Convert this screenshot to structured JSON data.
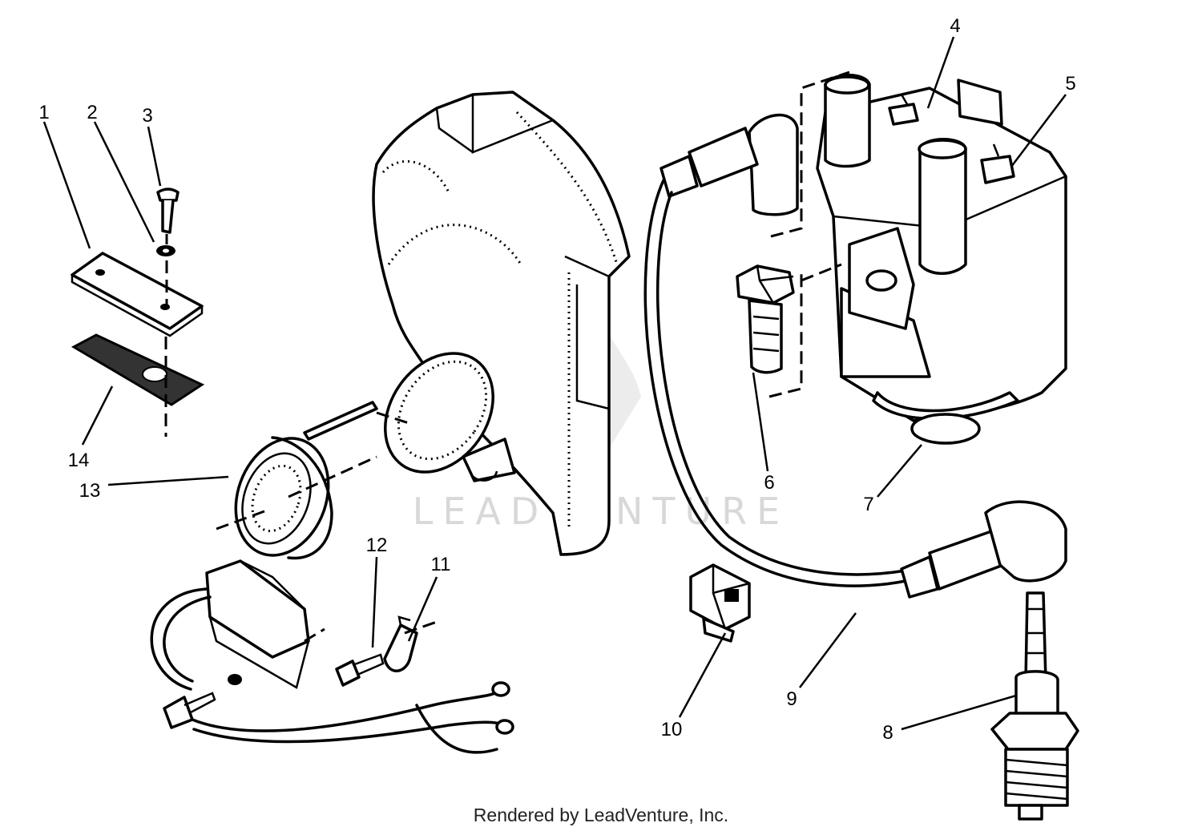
{
  "watermark": {
    "text": "LEADVENTURE",
    "color": "#d8d8d8"
  },
  "credit": "Rendered by LeadVenture, Inc.",
  "callouts": [
    {
      "id": "1",
      "label": "1"
    },
    {
      "id": "2",
      "label": "2"
    },
    {
      "id": "3",
      "label": "3"
    },
    {
      "id": "4",
      "label": "4"
    },
    {
      "id": "5",
      "label": "5"
    },
    {
      "id": "6",
      "label": "6"
    },
    {
      "id": "7",
      "label": "7"
    },
    {
      "id": "8",
      "label": "8"
    },
    {
      "id": "9",
      "label": "9"
    },
    {
      "id": "10",
      "label": "10"
    },
    {
      "id": "11",
      "label": "11"
    },
    {
      "id": "12",
      "label": "12"
    },
    {
      "id": "13",
      "label": "13"
    },
    {
      "id": "14",
      "label": "14"
    }
  ]
}
